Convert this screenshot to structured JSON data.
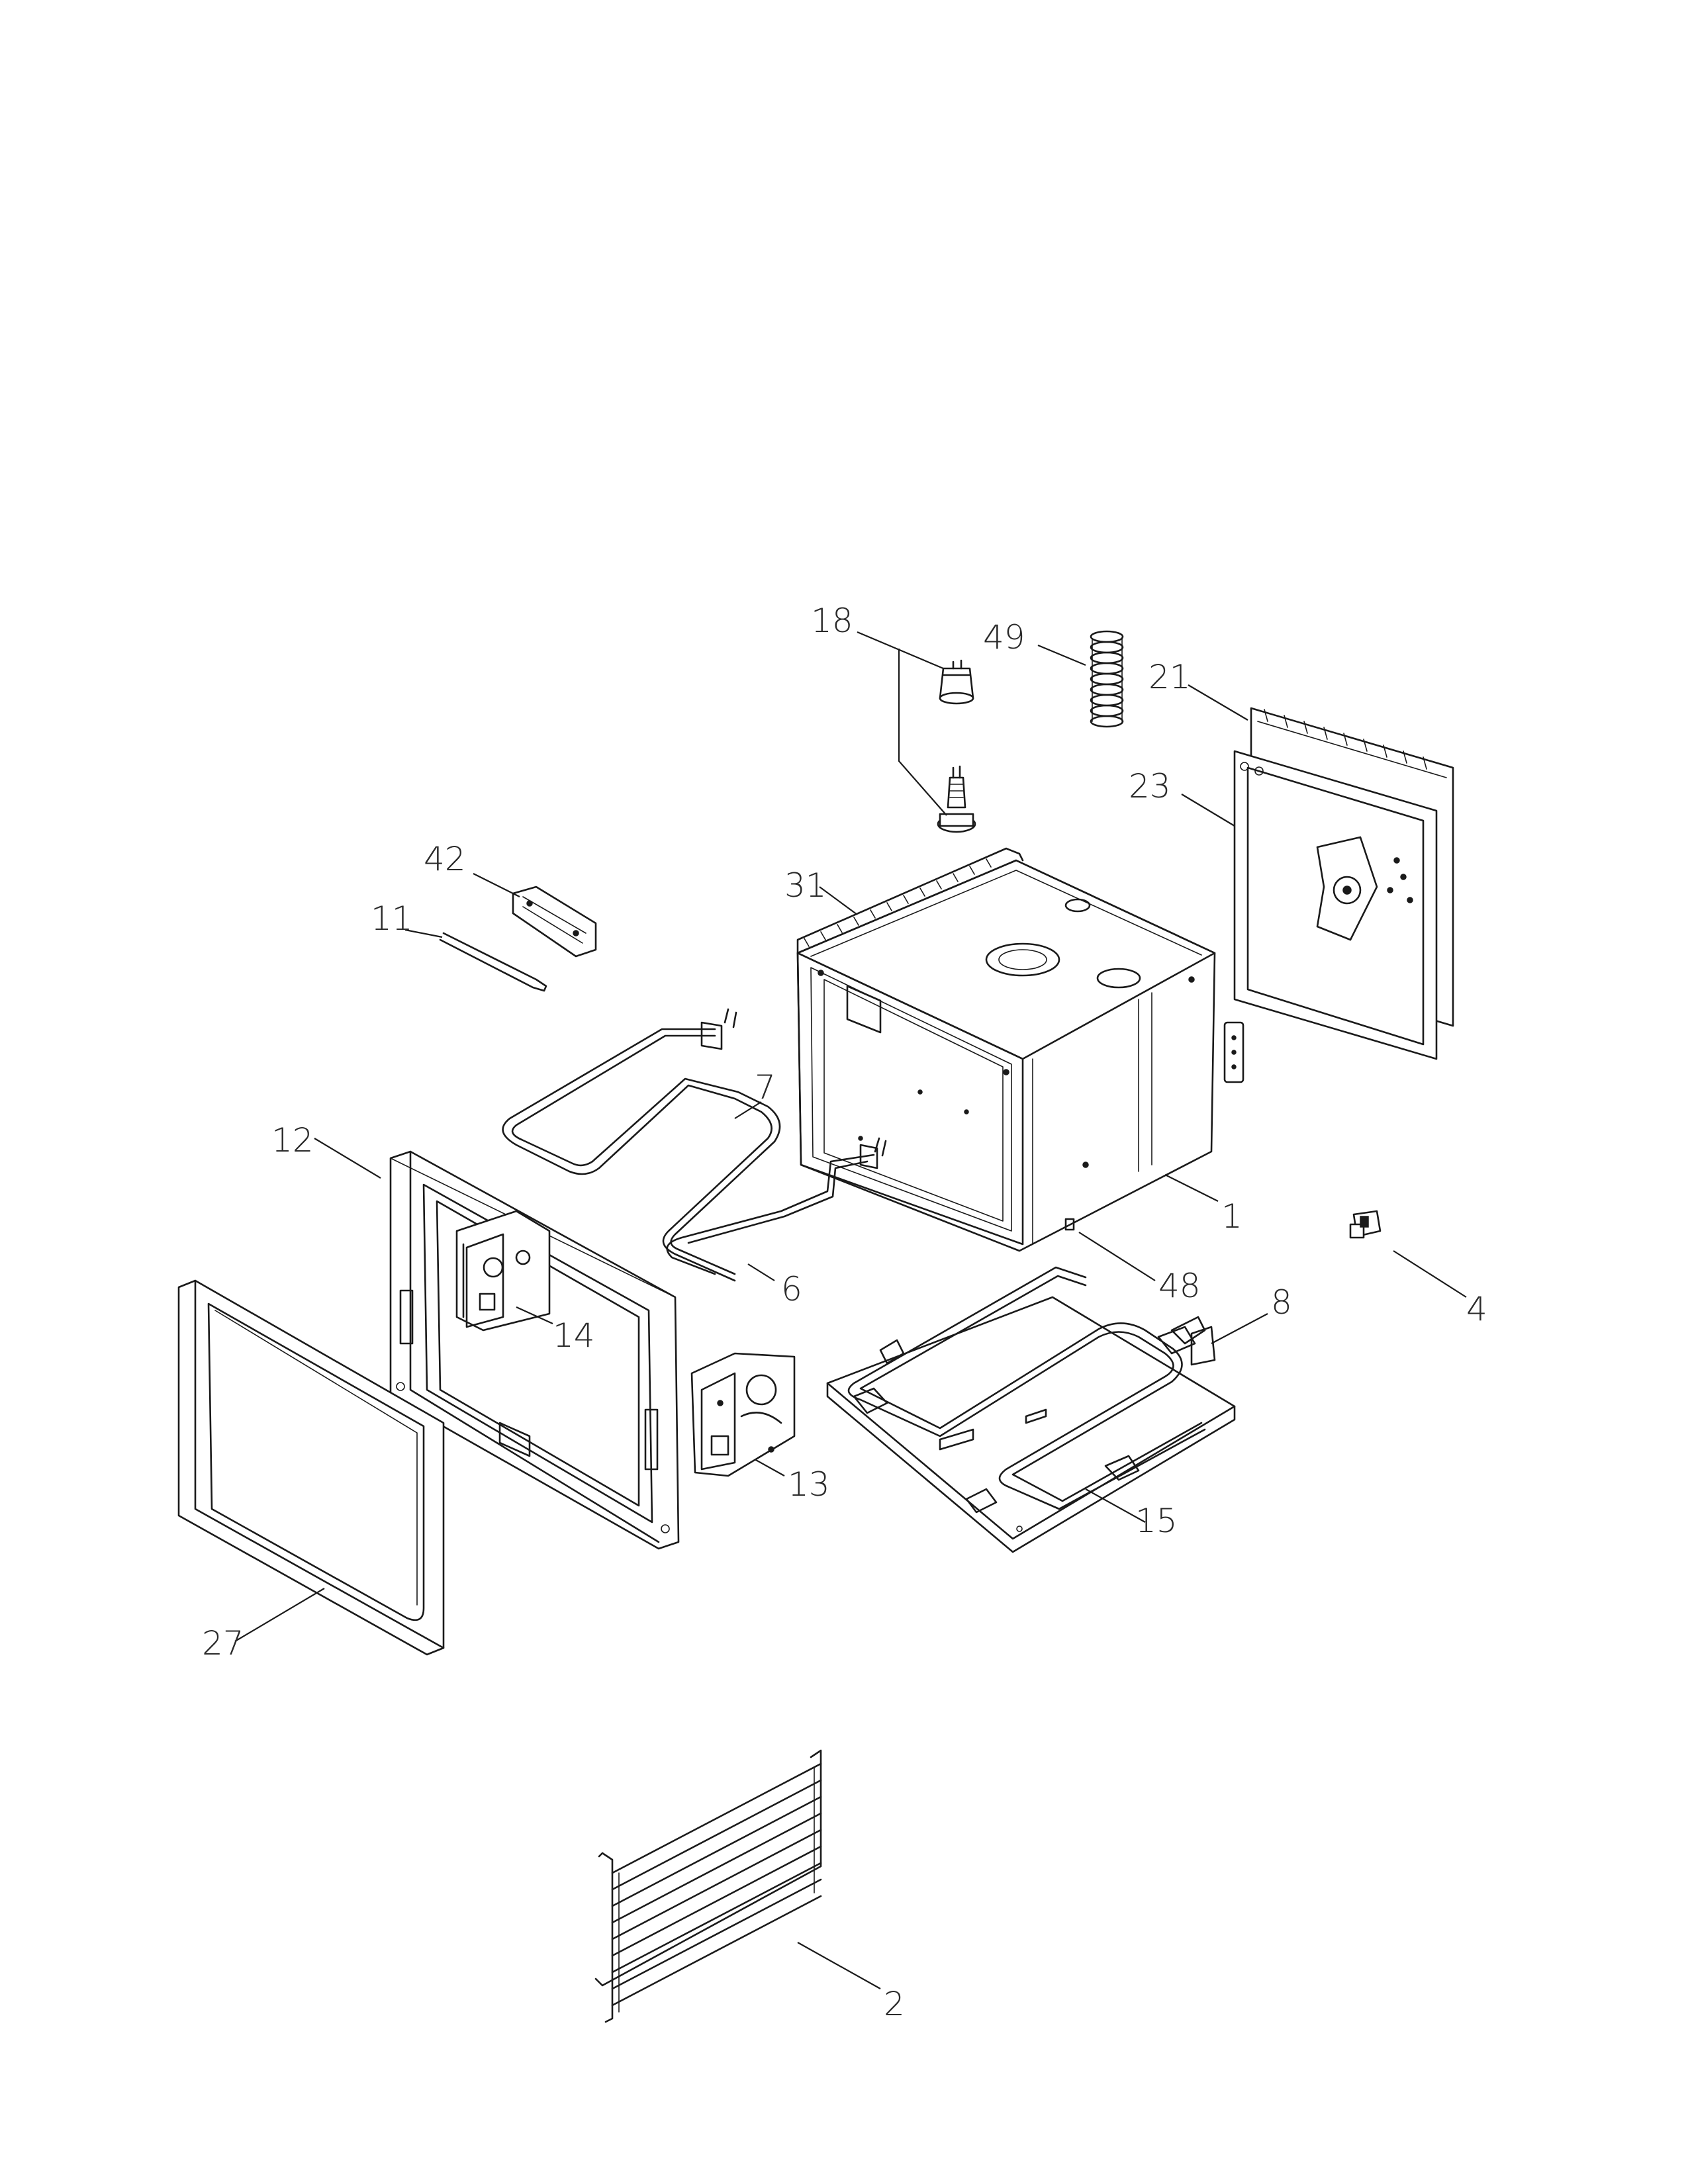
{
  "callouts": {
    "c1": "1",
    "c2": "2",
    "c4": "4",
    "c6": "6",
    "c7": "7",
    "c8": "8",
    "c11": "11",
    "c12": "12",
    "c13": "13",
    "c14": "14",
    "c15": "15",
    "c18": "18",
    "c21": "21",
    "c23": "23",
    "c27": "27",
    "c31": "31",
    "c42": "42",
    "c48": "48",
    "c49": "49"
  }
}
